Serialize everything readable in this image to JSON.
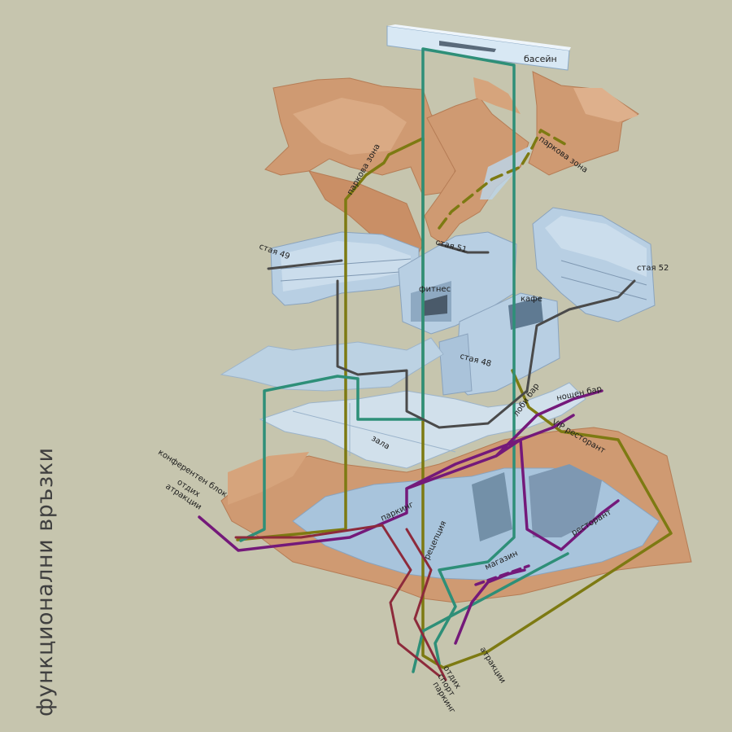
{
  "title": "функционални връзки",
  "colors": {
    "background": "#c6c5ae",
    "olive_route": "#7d7a12",
    "teal_route": "#2e8f78",
    "purple_route": "#74197a",
    "maroon_route": "#8d2a3b",
    "dark_route": "#4a4a4a",
    "rooms": "#b8cfe3",
    "roof": "#cf9a72"
  },
  "labels": {
    "pool": "басейн",
    "park_zone_left": "паркова зона",
    "park_zone_right": "паркова зона",
    "room_49": "стая 49",
    "room_51": "стая 51",
    "room_52": "стая 52",
    "room_48": "стая 48",
    "fitness": "фитнес",
    "cafe": "кафе",
    "lobby_bar": "лоби бар",
    "night_bar": "нощен бар",
    "vip_restaurant": "VIP ресторант",
    "hall": "зала",
    "parking": "паркинг",
    "reception": "рецепция",
    "shop": "магазин",
    "restaurant": "ресторант"
  },
  "legend_left": [
    "отдих",
    "конферентен блок",
    "атракции"
  ],
  "legend_bottom": [
    "отдих",
    "спорт",
    "паркинг",
    "атракции"
  ]
}
